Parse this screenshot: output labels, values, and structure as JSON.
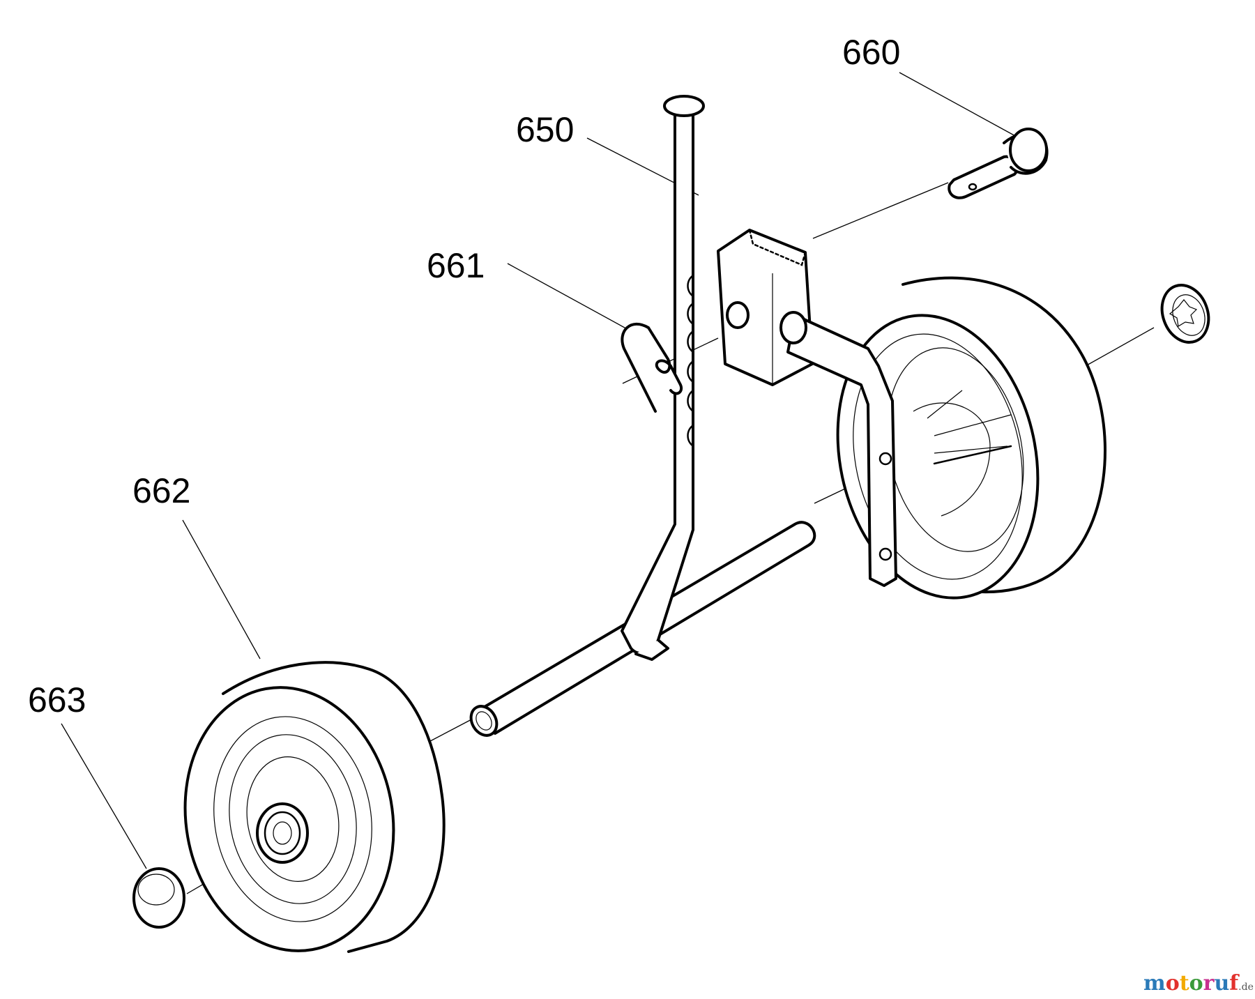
{
  "diagram": {
    "parts": [
      {
        "id": "660",
        "label": "660",
        "name": "clevis-pin"
      },
      {
        "id": "650",
        "label": "650",
        "name": "wheel-frame"
      },
      {
        "id": "661",
        "label": "661",
        "name": "hair-pin-clip"
      },
      {
        "id": "662",
        "label": "662",
        "name": "wheel"
      },
      {
        "id": "663",
        "label": "663",
        "name": "hub-cap"
      }
    ]
  },
  "watermark": {
    "letters": [
      "m",
      "o",
      "t",
      "o",
      "r",
      "u",
      "f"
    ],
    "colors": [
      "#2a7ab8",
      "#e2312d",
      "#f2a900",
      "#3a9a3a",
      "#c8308f",
      "#2a7ab8",
      "#e2312d"
    ],
    "suffix": ".de"
  }
}
